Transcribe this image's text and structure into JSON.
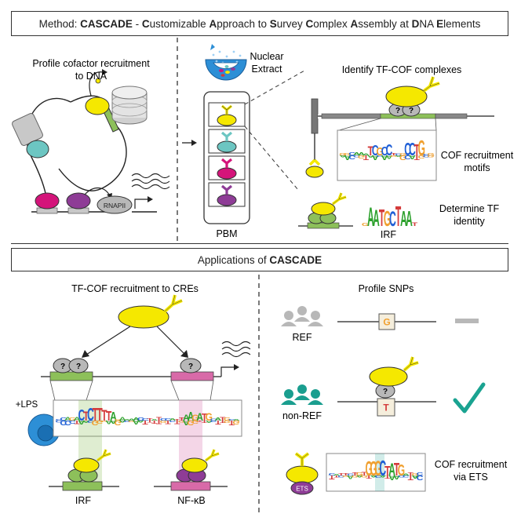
{
  "header": {
    "prefix": "Method: ",
    "segments": [
      {
        "text": "CASCADE",
        "bold": true
      },
      {
        "text": " - ",
        "bold": false
      },
      {
        "text": "C",
        "bold": true
      },
      {
        "text": "ustomizable ",
        "bold": false
      },
      {
        "text": "A",
        "bold": true
      },
      {
        "text": "pproach to ",
        "bold": false
      },
      {
        "text": "S",
        "bold": true
      },
      {
        "text": "urvey ",
        "bold": false
      },
      {
        "text": "C",
        "bold": true
      },
      {
        "text": "omplex ",
        "bold": false
      },
      {
        "text": "A",
        "bold": true
      },
      {
        "text": "ssembly at ",
        "bold": false
      },
      {
        "text": "D",
        "bold": true
      },
      {
        "text": "NA ",
        "bold": false
      },
      {
        "text": "E",
        "bold": true
      },
      {
        "text": "lements",
        "bold": false
      }
    ]
  },
  "method": {
    "profile_title": "Profile cofactor recruitment\nto DNA",
    "rnapii": "RNAPII",
    "nuclear_extract": "Nuclear\nExtract",
    "pbm": "PBM",
    "identify": "Identify TF-COF complexes",
    "cof_motifs": "COF recruitment\nmotifs",
    "determine": "Determine TF\nidentity",
    "irf": "IRF",
    "unknown": "?"
  },
  "applications": {
    "title_prefix": "Applications of ",
    "title_bold": "CASCADE",
    "cre_title": "TF-COF recruitment to CREs",
    "lps": "+LPS",
    "irf": "IRF",
    "nfkb": "NF-κB",
    "snp_title": "Profile SNPs",
    "ref": "REF",
    "ref_base": "G",
    "nonref": "non-REF",
    "alt_base": "T",
    "ets": "ETS",
    "cof_ets": "COF recruitment\nvia ETS",
    "unknown": "?"
  },
  "colors": {
    "yellow": "#f5e800",
    "teal": "#6cc6c2",
    "magenta": "#d4147a",
    "purple": "#8e3c96",
    "green": "#8dc05a",
    "pink": "#d86aa8",
    "dark_teal": "#1a9e8f",
    "blue": "#2d8fd6",
    "gray": "#b8b8b8",
    "check": "#1aa391",
    "orange": "#f0a030",
    "red": "#d43b3b"
  }
}
